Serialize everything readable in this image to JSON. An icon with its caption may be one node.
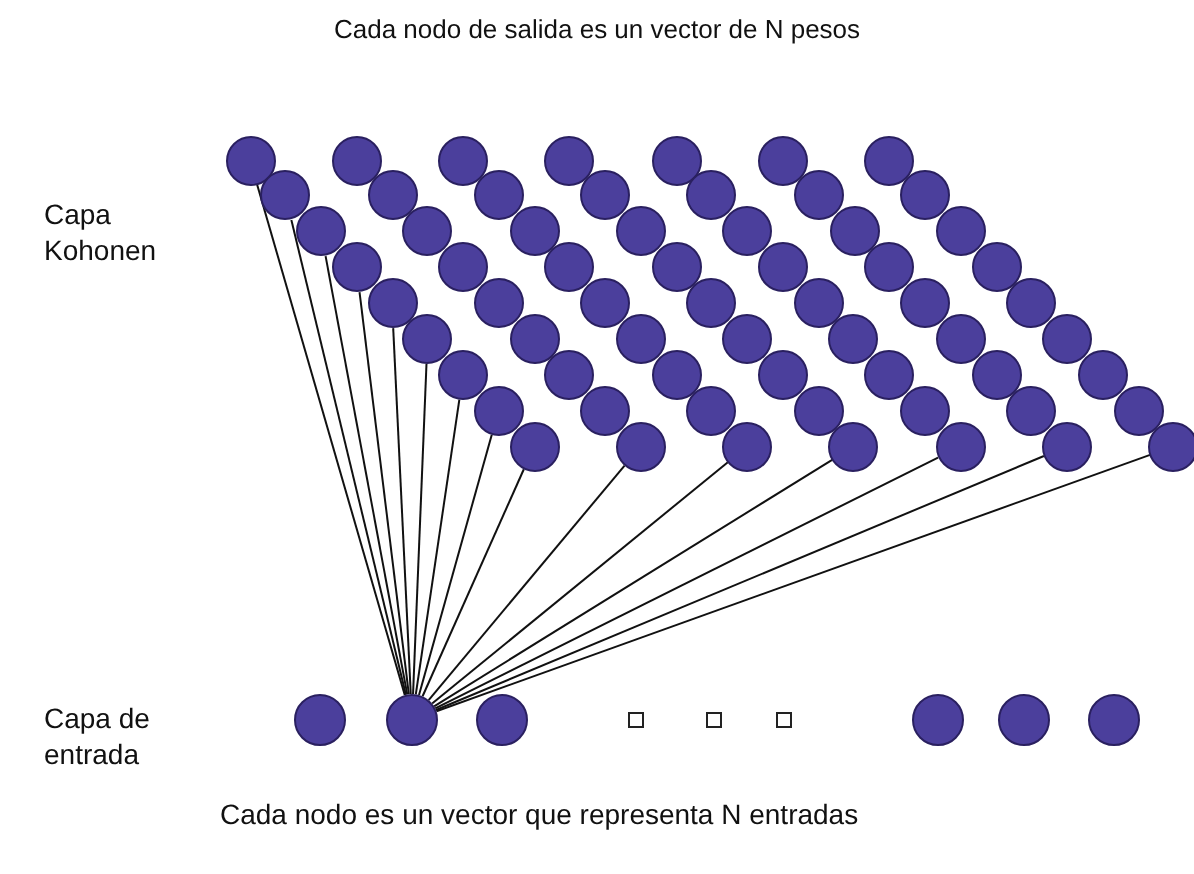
{
  "diagram": {
    "title": "Cada nodo de salida es un vector de N pesos",
    "nodes": [
      {
        "text": [],
        "shape": "circle"
      },
      {
        "text": [],
        "shape": "circle"
      },
      {
        "text": [],
        "shape": "circle"
      },
      {
        "text": [],
        "shape": "circle"
      },
      {
        "text": [],
        "shape": "circle"
      },
      {
        "text": [],
        "shape": "circle"
      },
      {
        "text": [],
        "shape": "circle"
      },
      {
        "text": [],
        "shape": "circle"
      },
      {
        "text": [],
        "shape": "circle"
      },
      {
        "text": [],
        "shape": "circle"
      },
      {
        "text": [],
        "shape": "circle"
      },
      {
        "text": [],
        "shape": "circle"
      },
      {
        "text": [],
        "shape": "circle"
      },
      {
        "text": [],
        "shape": "circle"
      },
      {
        "text": [],
        "shape": "circle"
      },
      {
        "text": [],
        "shape": "circle"
      },
      {
        "text": [],
        "shape": "circle"
      },
      {
        "text": [],
        "shape": "circle"
      },
      {
        "text": [],
        "shape": "circle"
      },
      {
        "text": [],
        "shape": "circle"
      },
      {
        "text": [],
        "shape": "circle"
      },
      {
        "text": [],
        "shape": "circle"
      },
      {
        "text": [],
        "shape": "circle"
      },
      {
        "text": [],
        "shape": "circle"
      },
      {
        "text": [],
        "shape": "circle"
      },
      {
        "text": [],
        "shape": "circle"
      },
      {
        "text": [],
        "shape": "circle"
      },
      {
        "text": [],
        "shape": "circle"
      },
      {
        "text": [],
        "shape": "circle"
      },
      {
        "text": [],
        "shape": "circle"
      },
      {
        "text": [],
        "shape": "circle"
      },
      {
        "text": [],
        "shape": "circle"
      },
      {
        "text": [],
        "shape": "circle"
      },
      {
        "text": [],
        "shape": "circle"
      },
      {
        "text": [],
        "shape": "circle"
      },
      {
        "text": [],
        "shape": "circle"
      },
      {
        "text": [],
        "shape": "circle"
      },
      {
        "text": [],
        "shape": "circle"
      },
      {
        "text": [],
        "shape": "circle"
      },
      {
        "text": [],
        "shape": "circle"
      },
      {
        "text": [],
        "shape": "circle"
      },
      {
        "text": [],
        "shape": "circle"
      },
      {
        "text": [],
        "shape": "circle"
      },
      {
        "text": [],
        "shape": "circle"
      },
      {
        "text": [],
        "shape": "circle"
      },
      {
        "text": [],
        "shape": "circle"
      },
      {
        "text": [],
        "shape": "circle"
      },
      {
        "text": [],
        "shape": "circle"
      },
      {
        "text": [],
        "shape": "circle"
      },
      {
        "text": [],
        "shape": "circle"
      },
      {
        "text": [],
        "shape": "circle"
      },
      {
        "text": [],
        "shape": "circle"
      },
      {
        "text": [],
        "shape": "circle"
      },
      {
        "text": [],
        "shape": "circle"
      },
      {
        "text": [],
        "shape": "circle"
      },
      {
        "text": [],
        "shape": "circle"
      },
      {
        "text": [],
        "shape": "circle"
      },
      {
        "text": [],
        "shape": "circle"
      },
      {
        "text": [],
        "shape": "circle"
      },
      {
        "text": [],
        "shape": "circle"
      },
      {
        "text": [],
        "shape": "circle"
      },
      {
        "text": [],
        "shape": "circle"
      },
      {
        "text": [],
        "shape": "circle"
      },
      {
        "text": [],
        "shape": "circle"
      },
      {
        "text": [],
        "shape": "circle"
      },
      {
        "text": [],
        "shape": "circle"
      },
      {
        "text": [],
        "shape": "box"
      },
      {
        "text": [],
        "shape": "box"
      },
      {
        "text": [],
        "shape": "box"
      },
      {
        "text": [],
        "shape": "circle"
      },
      {
        "text": [],
        "shape": "circle"
      },
      {
        "text": [],
        "shape": "circle"
      }
    ],
    "edges": [
      {
        "from": 64,
        "to": 0,
        "arrow": "none"
      },
      {
        "from": 64,
        "to": 1,
        "arrow": "none"
      },
      {
        "from": 64,
        "to": 2,
        "arrow": "none"
      },
      {
        "from": 64,
        "to": 3,
        "arrow": "none"
      },
      {
        "from": 64,
        "to": 4,
        "arrow": "none"
      },
      {
        "from": 64,
        "to": 5,
        "arrow": "none"
      },
      {
        "from": 64,
        "to": 6,
        "arrow": "none"
      },
      {
        "from": 64,
        "to": 7,
        "arrow": "none"
      },
      {
        "from": 64,
        "to": 8,
        "arrow": "none"
      },
      {
        "from": 64,
        "to": 17,
        "arrow": "none"
      },
      {
        "from": 64,
        "to": 26,
        "arrow": "none"
      },
      {
        "from": 64,
        "to": 35,
        "arrow": "none"
      },
      {
        "from": 64,
        "to": 44,
        "arrow": "none"
      },
      {
        "from": 64,
        "to": 53,
        "arrow": "none"
      },
      {
        "from": 64,
        "to": 62,
        "arrow": "none"
      }
    ],
    "labels": [
      "Capa Kohonen",
      "Capa de entrada",
      "Cada nodo es un vector que representa N entradas"
    ]
  }
}
